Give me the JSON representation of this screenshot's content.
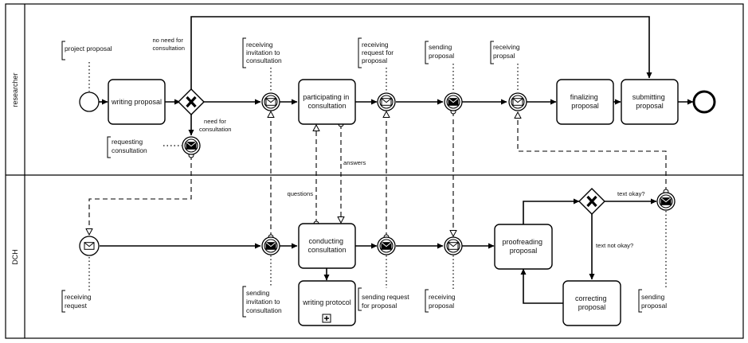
{
  "lanes": {
    "top": "researcher",
    "bottom": "DCH"
  },
  "tasks": {
    "writing_proposal": [
      "writing proposal"
    ],
    "participating": [
      "participating in",
      "consultation"
    ],
    "finalizing": [
      "finalizing",
      "proposal"
    ],
    "submitting": [
      "submitting",
      "proposal"
    ],
    "conducting": [
      "conducting",
      "consultation"
    ],
    "writing_protocol": [
      "writing protocol"
    ],
    "proofreading": [
      "proofreading",
      "proposal"
    ],
    "correcting": [
      "correcting",
      "proposal"
    ]
  },
  "annotations": {
    "project_proposal": [
      "project proposal"
    ],
    "receiving_invitation": [
      "receiving",
      "invitation to",
      "consultation"
    ],
    "receiving_request_for_proposal": [
      "receiving",
      "request for",
      "proposal"
    ],
    "sending_proposal_top": [
      "sending",
      "proposal"
    ],
    "receiving_proposal_top": [
      "receiving",
      "propsal"
    ],
    "requesting_consultation": [
      "requesting",
      "consultation"
    ],
    "receiving_request": [
      "receiving",
      "request"
    ],
    "sending_invitation": [
      "sending",
      "invitation to",
      "consultation"
    ],
    "sending_request_for_proposal": [
      "sending request",
      "for proposal"
    ],
    "receiving_proposal_bottom": [
      "receiving",
      "proposal"
    ],
    "sending_proposal_bottom": [
      "sending",
      "proposal"
    ]
  },
  "flow_labels": {
    "no_need": [
      "no need for",
      "consultation"
    ],
    "need": [
      "need for",
      "consultation"
    ],
    "answers": [
      "answers"
    ],
    "questions": [
      "questions"
    ],
    "text_okay": [
      "text okay?"
    ],
    "text_not_okay": [
      "text not okay?"
    ]
  },
  "icons": {
    "gateway": "x-gateway-icon",
    "message": "envelope-icon",
    "subprocess": "plus-box-icon"
  }
}
